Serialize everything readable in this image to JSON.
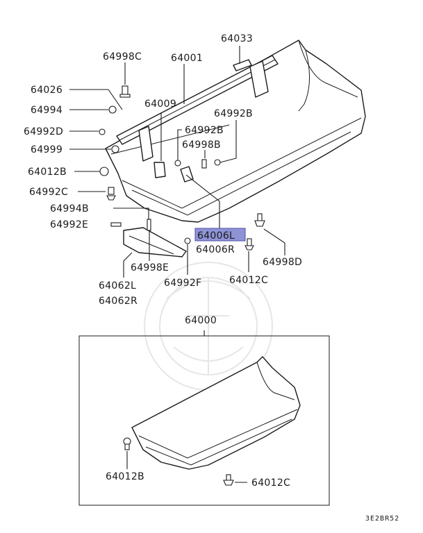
{
  "labels": {
    "p64033": "64033",
    "p64001": "64001",
    "p64998C": "64998C",
    "p64026": "64026",
    "p64994": "64994",
    "p64009": "64009",
    "p64992B_a": "64992B",
    "p64992D": "64992D",
    "p64992B_b": "64992B",
    "p64998B": "64998B",
    "p64999": "64999",
    "p64012B_a": "64012B",
    "p64992C": "64992C",
    "p64994B": "64994B",
    "p64992E": "64992E",
    "p64006L": "64006L",
    "p64006R": "64006R",
    "p64998D": "64998D",
    "p64998E": "64998E",
    "p64012C_a": "64012C",
    "p64992F": "64992F",
    "p64062L": "64062L",
    "p64062R": "64062R",
    "p64000": "64000",
    "p64012B_b": "64012B",
    "p64012C_b": "64012C"
  },
  "diagram_code": "3E2BR52",
  "colors": {
    "highlight": "#8f93d6",
    "line": "#1a1a1a",
    "background": "#ffffff"
  }
}
